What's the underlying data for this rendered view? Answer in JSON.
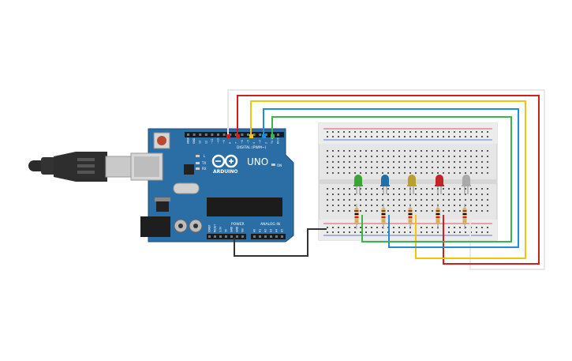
{
  "arduino": {
    "brand_label": "ARDUINO",
    "model_label": "UNO",
    "digital_header_label": "DIGITAL (PWM~)",
    "power_label": "POWER",
    "analog_label": "ANALOG IN",
    "tx_label": "TX",
    "rx_label": "RX",
    "on_label": "ON",
    "l_label": "L",
    "digital_pins": [
      "AREF",
      "GND",
      "13",
      "12",
      "~11",
      "~10",
      "~9",
      "8",
      "7",
      "~6",
      "~5",
      "4",
      "~3",
      "2",
      "TX 1",
      "RX 0"
    ],
    "power_pins": [
      "IOREF",
      "RESET",
      "3.3V",
      "5V",
      "GND",
      "GND",
      "Vin"
    ],
    "analog_pins": [
      "A0",
      "A1",
      "A2",
      "A3",
      "A4",
      "A5"
    ]
  },
  "breadboard": {
    "columns": 30
  },
  "leds": [
    {
      "color_name": "green",
      "color": "#3aa534"
    },
    {
      "color_name": "blue",
      "color": "#1f6fa8"
    },
    {
      "color_name": "yellow",
      "color": "#b8a02c"
    },
    {
      "color_name": "red",
      "color": "#c0252a"
    },
    {
      "color_name": "white",
      "color": "#a9a9a9"
    }
  ],
  "wires": [
    {
      "name": "white",
      "color": "#e8e8e8"
    },
    {
      "name": "red",
      "color": "#d01f1f"
    },
    {
      "name": "yellow",
      "color": "#f1c40f"
    },
    {
      "name": "blue",
      "color": "#1c8fd8"
    },
    {
      "name": "green",
      "color": "#3bb54a"
    },
    {
      "name": "ground",
      "color": "#333333"
    }
  ],
  "colors": {
    "board": "#2b6ea5",
    "board_dark": "#1f5a8c",
    "breadboard": "#e6e6e6",
    "cable": "#2b2b2b"
  }
}
